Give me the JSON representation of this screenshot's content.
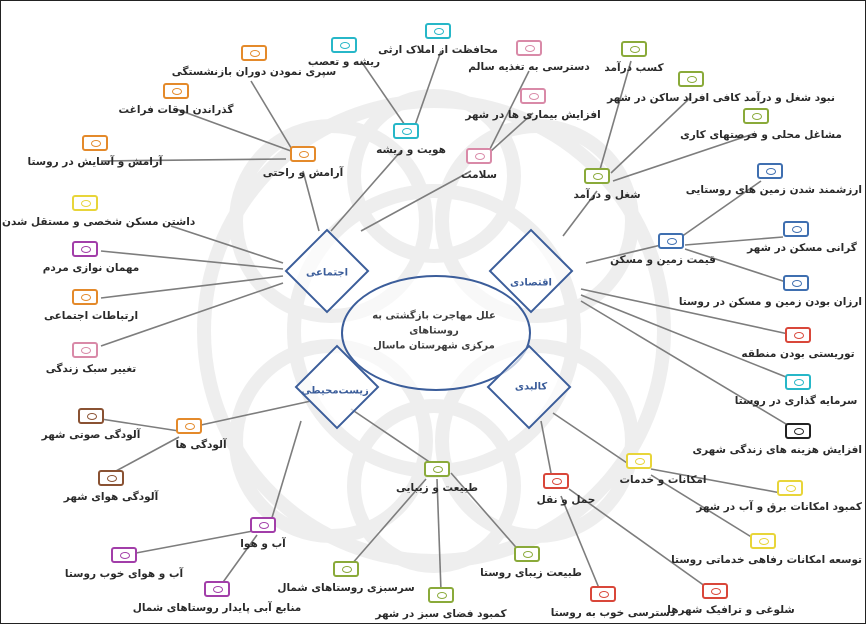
{
  "title_lines": [
    "علل مهاجرت بازگشتی به روستاهای",
    "مرکزی شهرستان ماسال"
  ],
  "colors": {
    "line": "#7d7d7d",
    "diamond": "#3b5d9a",
    "orange": "#e48a2b",
    "teal": "#27b7c8",
    "pink": "#d98aa8",
    "green": "#8aaa3a",
    "blue": "#3f6fb0",
    "red": "#d9473a",
    "black": "#222222",
    "yellow": "#e8d53a",
    "purple": "#a23ea9",
    "brown": "#8a5233"
  },
  "categories": {
    "social": "اجتماعی",
    "economic": "اقتصادی",
    "physical": "کالبدی",
    "environmental": "زیست‌محیطی"
  },
  "nodes": {
    "peace_comfort": "آرامش و راحتی",
    "leisure": "گذراندن اوقات فراغت",
    "retirement": "سپری نمودن دوران بازنشستگی",
    "rural_peace": "آرامش و آسایش در روستا",
    "belonging": "هویت و ریشه",
    "roots": "ریشه و تعصب",
    "land_protection": "محافظت از املاک ارثی",
    "health": "سلامت",
    "healthy_food": "دسترسی به تغذیه سالم",
    "city_diseases": "افزایش بیماری ها در شهر",
    "own_home": "داشتن مسکن شخصی و مستقل شدن",
    "hospitality": "مهمان نوازی مردم",
    "social_relations": "ارتباطات اجتماعی",
    "lifestyle": "تغییر سبک زندگی",
    "employment": "شغل و درآمد",
    "income": "کسب درآمد",
    "insufficient_income": "نبود شغل و درآمد کافی افراد ساکن در شهر",
    "local_jobs": "مشاغل محلی و فرصتهای کاری",
    "land_price": "قیمت زمین و مسکن",
    "land_value": "ارزشمند شدن زمین های روستایی",
    "city_housing": "گرانی مسکن در شهر",
    "cheap_village": "ارزان بودن زمین و مسکن در روستا",
    "tourism": "توریستی بودن منطقه",
    "investment": "سرمایه گذاری در روستا",
    "living_costs": "افزایش هزینه های زندگی شهری",
    "facilities": "امکانات و خدمات",
    "utilities_shortage": "کمبود امکانات برق و آب در شهر",
    "welfare": "توسعه امکانات رفاهی خدماتی روستا",
    "transport": "حمل و نقل",
    "traffic": "شلوغی و ترافیک شهرها",
    "village_access": "دسترسی خوب به روستا",
    "pollution": "آلودگی ها",
    "noise": "آلودگی صوتی شهر",
    "air_pollution": "آلودگی هوای شهر",
    "climate": "آب و هوا",
    "good_climate": "آب و هوای خوب روستا",
    "water_sources": "منابع آبی پایدار روستاهای شمال",
    "nature": "طبیعت و زیبایی",
    "beautiful_nature": "طبیعت زیبای روستا",
    "green_north": "سرسبزی روستاهای شمال",
    "green_shortage": "کمبود فضای سبز در شهر"
  }
}
